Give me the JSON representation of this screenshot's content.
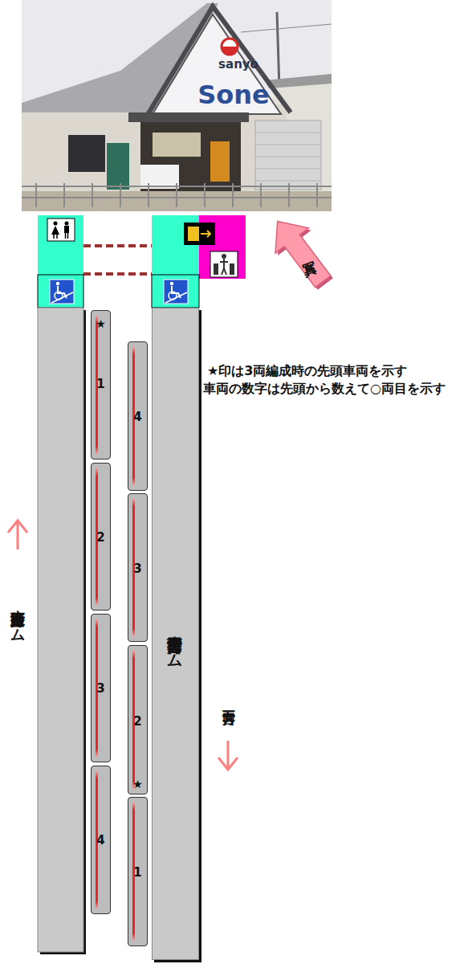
{
  "diagram": {
    "nodes": [
      {
        "text": [
          "写真"
        ]
      },
      {
        "text": [
          "★",
          "1"
        ]
      },
      {
        "text": [
          "2"
        ]
      },
      {
        "text": [
          "3"
        ]
      },
      {
        "text": [
          "4"
        ]
      },
      {
        "text": [
          "三宮方面行ホーム"
        ]
      },
      {
        "text": [
          "4"
        ]
      },
      {
        "text": [
          "3"
        ]
      },
      {
        "text": [
          "2",
          "★"
        ]
      },
      {
        "text": [
          "1"
        ]
      }
    ],
    "labels": [
      "sanyo",
      "Sone",
      "★印は3両編成時の先頭車両を示す",
      "車両の数字は先頭から数えて○両目を示す",
      "姫路方面行ホーム",
      "三宮方面"
    ]
  }
}
